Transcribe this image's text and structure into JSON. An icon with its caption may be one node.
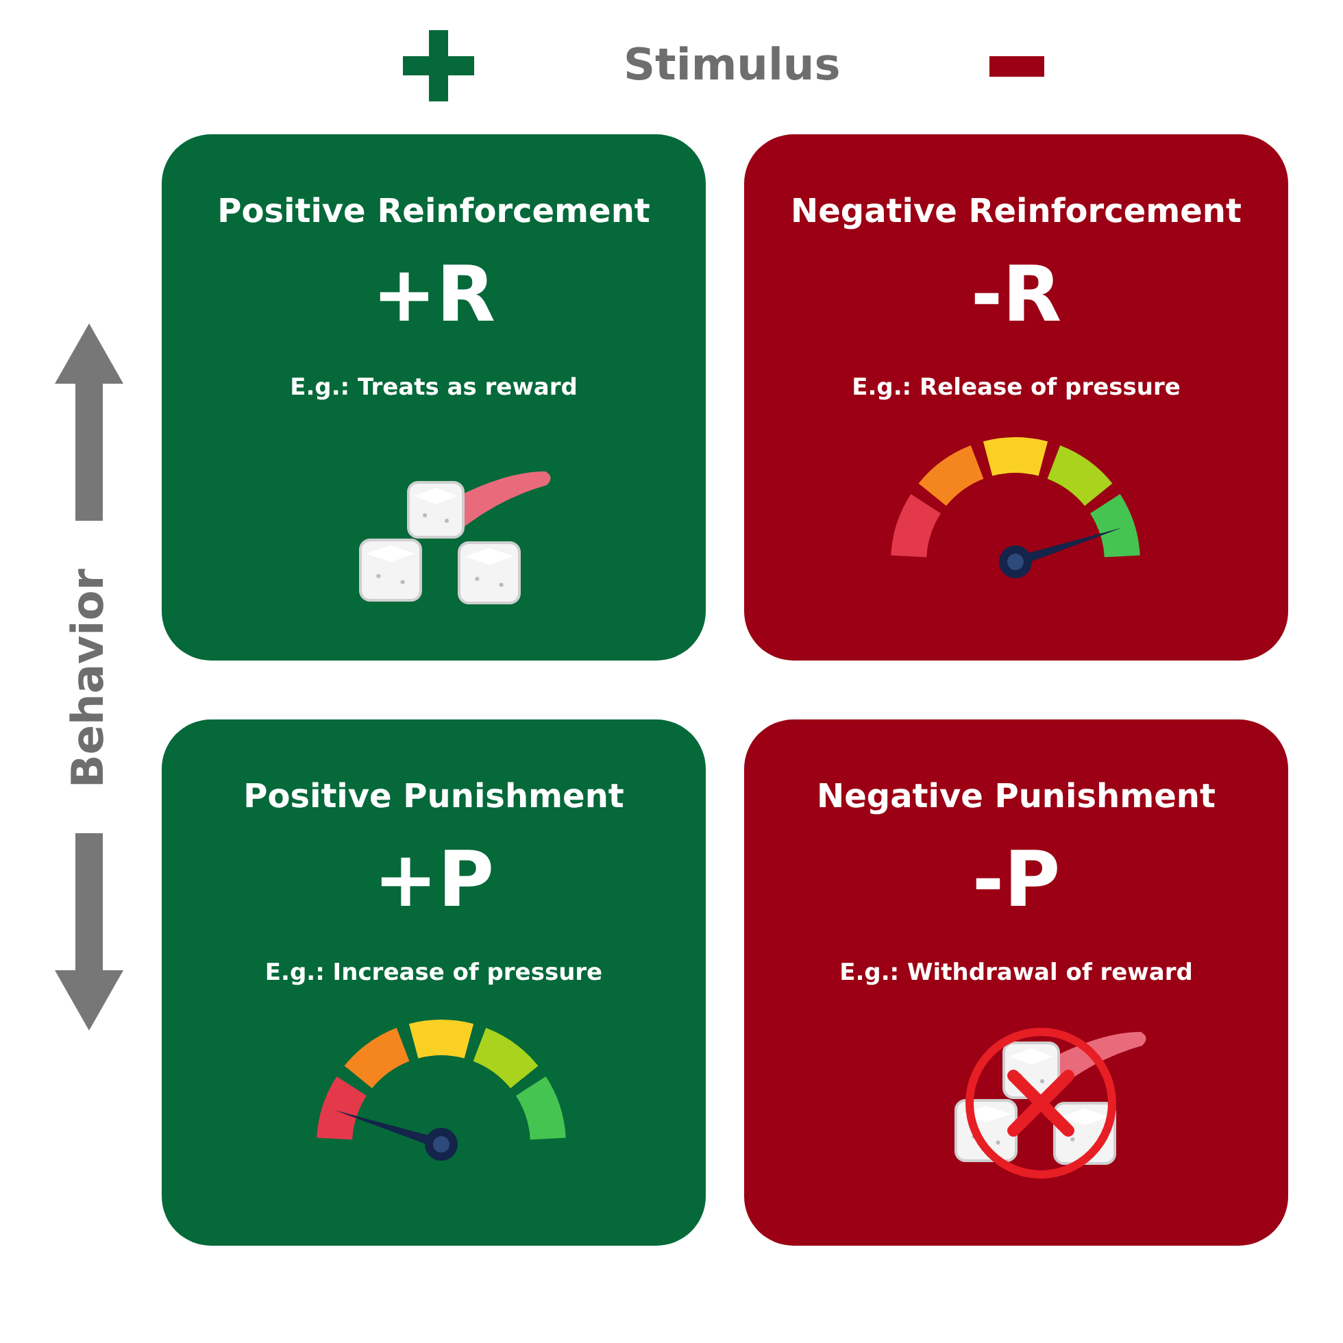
{
  "diagram": {
    "nodes": [
      {
        "text": [
          "Positive Reinforcement",
          "+R",
          "E.g.: Treats as reward"
        ]
      },
      {
        "text": [
          "Negative Reinforcement",
          "-R",
          "E.g.: Release of pressure"
        ]
      },
      {
        "text": [
          "Positive Punishment",
          "+P",
          "E.g.: Increase of pressure"
        ]
      },
      {
        "text": [
          "Negative Punishment",
          "-P",
          "E.g.: Withdrawal of reward"
        ]
      }
    ],
    "edges": [],
    "labels": [
      "Stimulus",
      "Behavior"
    ]
  }
}
